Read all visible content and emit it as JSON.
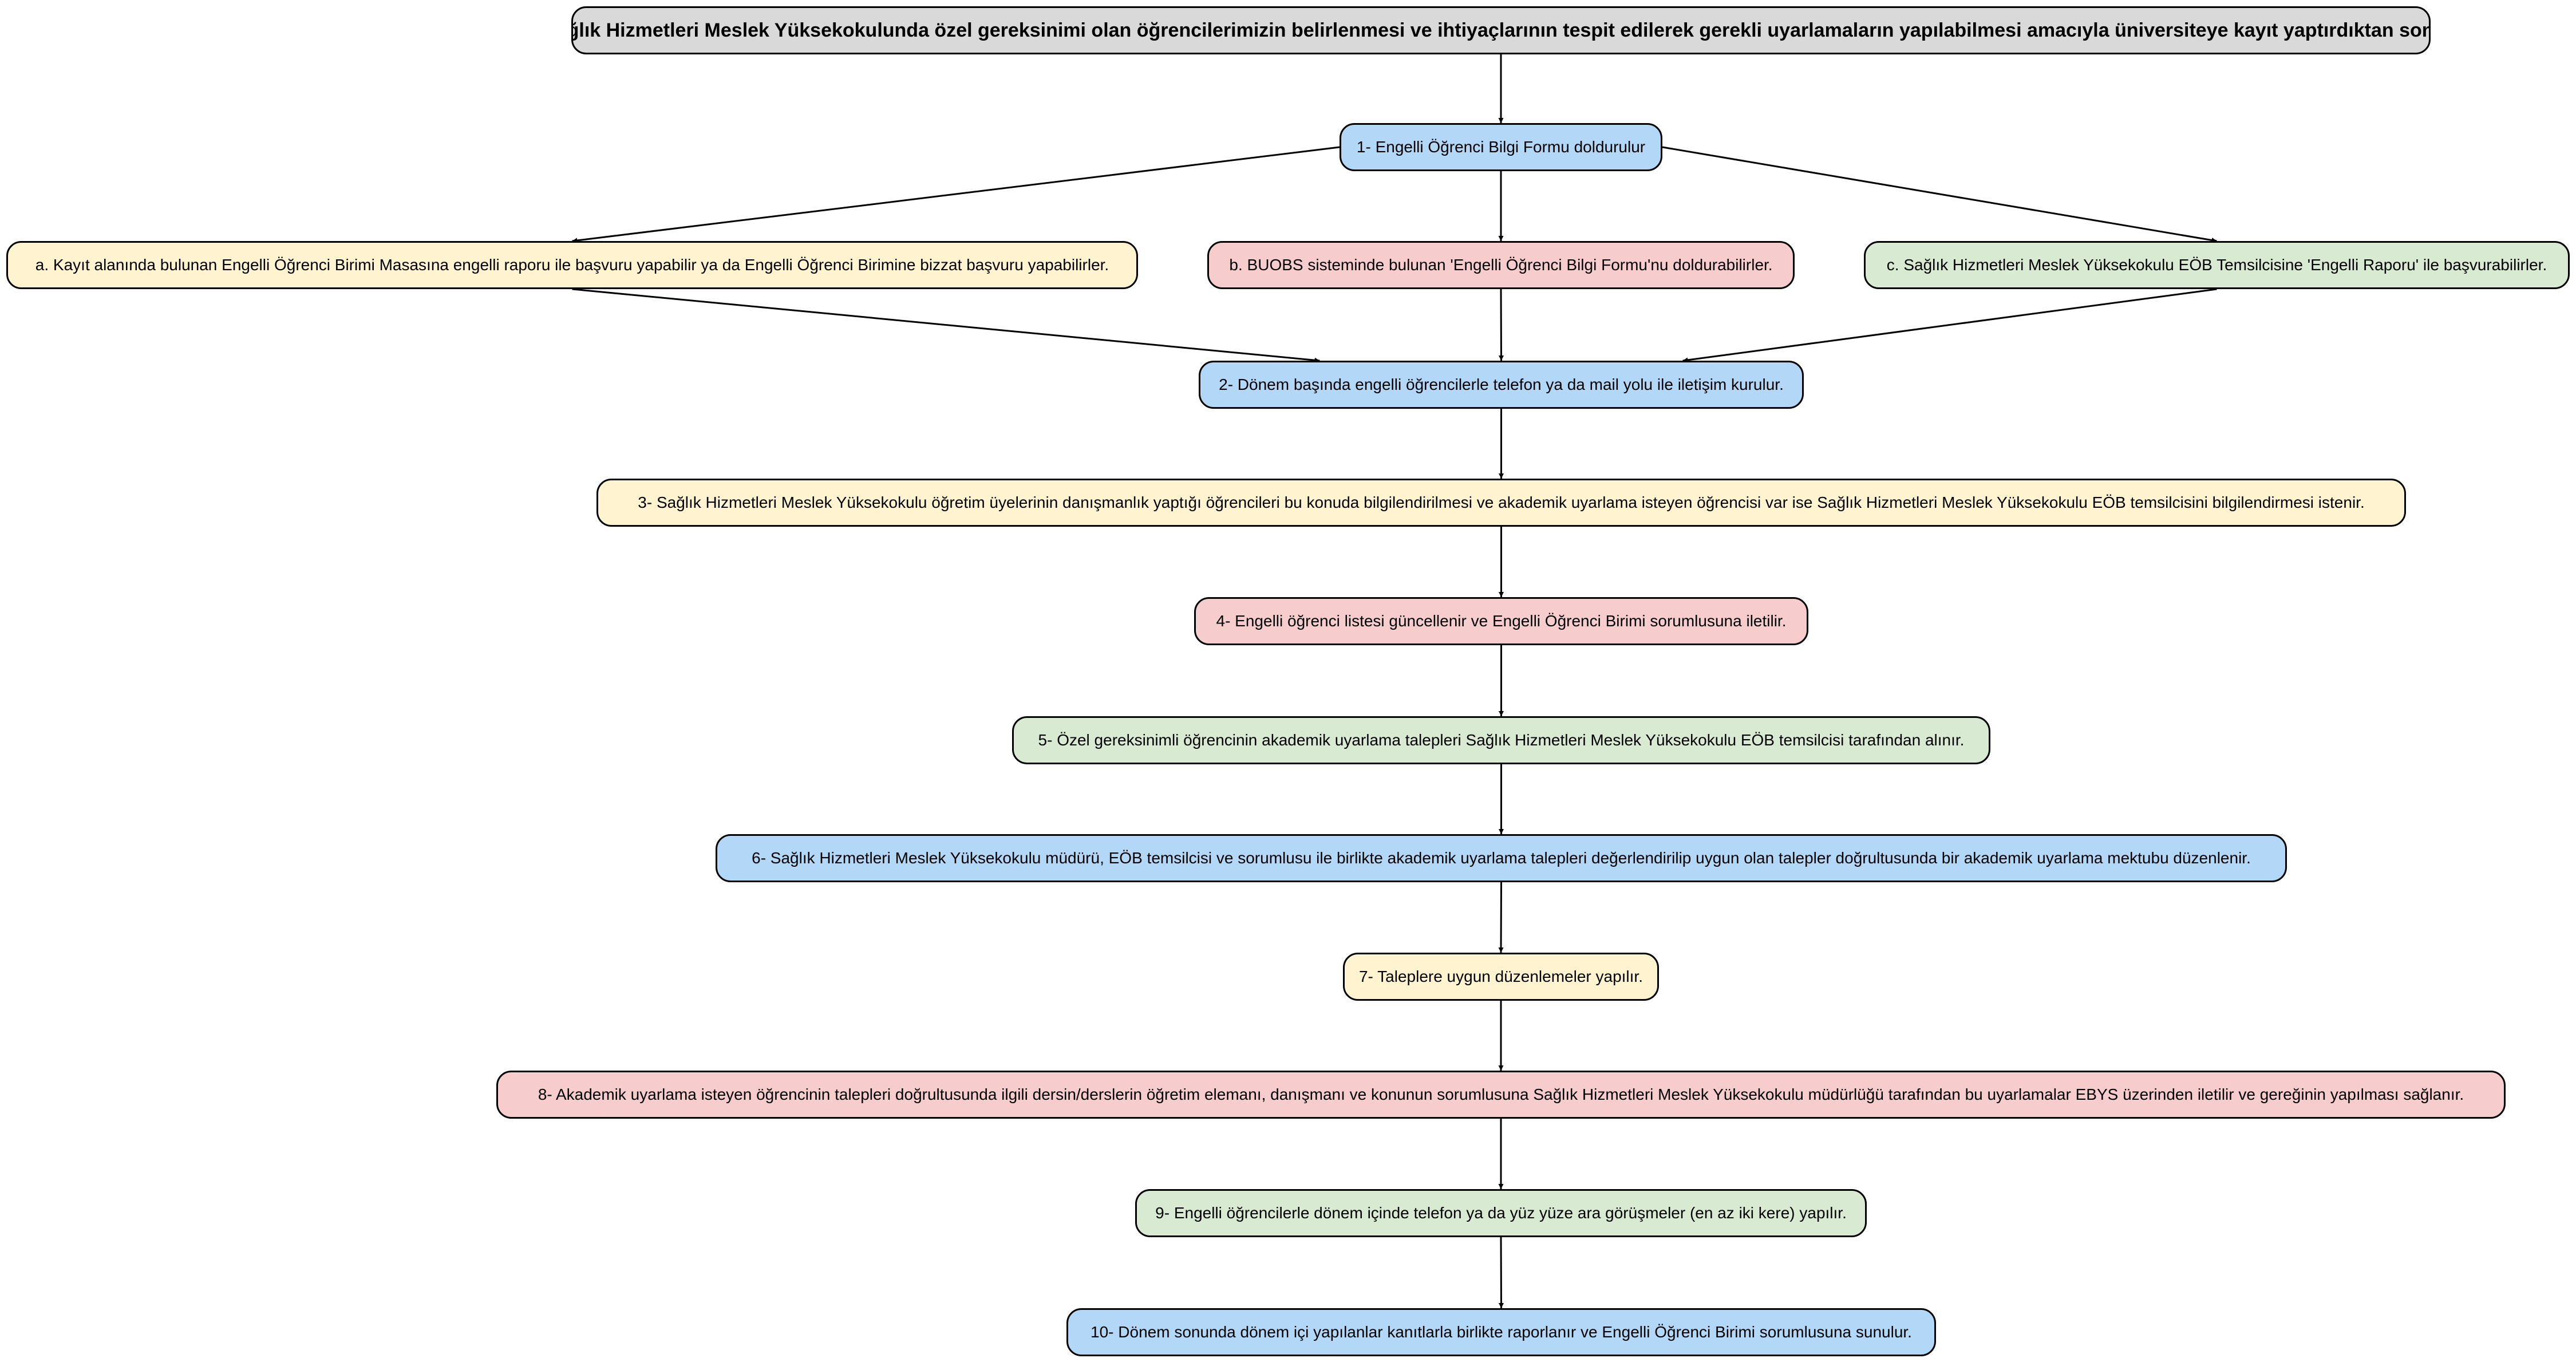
{
  "colors": {
    "gray": "#d9d9d9",
    "blue": "#b3d7f7",
    "yellow": "#fff3d0",
    "red": "#f7cccc",
    "green": "#d9ead3",
    "stroke": "#000000"
  },
  "nodes": {
    "top": {
      "text": "Sağlık Hizmetleri Meslek Yüksekokulunda özel gereksinimi olan öğrencilerimizin belirlenmesi ve ihtiyaçlarının tespit edilerek gerekli uyarlamaların yapılabilmesi amacıyla üniversiteye kayıt yaptırdıktan sonra;",
      "color": "gray"
    },
    "s1": {
      "text": "1- Engelli Öğrenci Bilgi Formu doldurulur",
      "color": "blue"
    },
    "a": {
      "text": "a. Kayıt alanında bulunan Engelli Öğrenci Birimi Masasına engelli raporu ile başvuru yapabilir ya da Engelli Öğrenci Birimine bizzat başvuru yapabilirler.",
      "color": "yellow"
    },
    "b": {
      "text": "b. BUOBS sisteminde bulunan 'Engelli Öğrenci Bilgi Formu'nu doldurabilirler.",
      "color": "red"
    },
    "c": {
      "text": "c. Sağlık Hizmetleri Meslek Yüksekokulu EÖB Temsilcisine 'Engelli Raporu' ile başvurabilirler.",
      "color": "green"
    },
    "s2": {
      "text": "2- Dönem başında engelli öğrencilerle telefon ya da mail yolu ile iletişim kurulur.",
      "color": "blue"
    },
    "s3": {
      "text": "3- Sağlık Hizmetleri Meslek Yüksekokulu öğretim üyelerinin danışmanlık yaptığı öğrencileri bu konuda bilgilendirilmesi ve akademik uyarlama isteyen öğrencisi var ise Sağlık Hizmetleri Meslek Yüksekokulu EÖB temsilcisini bilgilendirmesi istenir.",
      "color": "yellow"
    },
    "s4": {
      "text": "4- Engelli öğrenci listesi güncellenir ve Engelli Öğrenci Birimi sorumlusuna iletilir.",
      "color": "red"
    },
    "s5": {
      "text": "5- Özel gereksinimli öğrencinin akademik uyarlama talepleri Sağlık Hizmetleri Meslek Yüksekokulu EÖB temsilcisi tarafından alınır.",
      "color": "green"
    },
    "s6": {
      "text": "6- Sağlık Hizmetleri Meslek Yüksekokulu müdürü, EÖB temsilcisi ve sorumlusu ile birlikte akademik uyarlama talepleri değerlendirilip uygun olan talepler doğrultusunda bir akademik uyarlama mektubu düzenlenir.",
      "color": "blue"
    },
    "s7": {
      "text": "7- Taleplere uygun düzenlemeler yapılır.",
      "color": "yellow"
    },
    "s8": {
      "text": "8- Akademik uyarlama isteyen öğrencinin talepleri doğrultusunda ilgili dersin/derslerin öğretim elemanı, danışmanı ve konunun sorumlusuna Sağlık Hizmetleri Meslek Yüksekokulu müdürlüğü tarafından bu uyarlamalar EBYS üzerinden iletilir ve gereğinin yapılması sağlanır.",
      "color": "red"
    },
    "s9": {
      "text": "9- Engelli öğrencilerle dönem içinde telefon ya da yüz yüze ara görüşmeler (en az iki kere) yapılır.",
      "color": "green"
    },
    "s10": {
      "text": "10- Dönem sonunda dönem içi yapılanlar kanıtlarla birlikte raporlanır ve Engelli Öğrenci Birimi sorumlusuna sunulur.",
      "color": "blue"
    }
  },
  "edges": [
    [
      "top",
      "s1"
    ],
    [
      "s1",
      "a"
    ],
    [
      "s1",
      "b"
    ],
    [
      "s1",
      "c"
    ],
    [
      "a",
      "s2"
    ],
    [
      "b",
      "s2"
    ],
    [
      "c",
      "s2"
    ],
    [
      "s2",
      "s3"
    ],
    [
      "s3",
      "s4"
    ],
    [
      "s4",
      "s5"
    ],
    [
      "s5",
      "s6"
    ],
    [
      "s6",
      "s7"
    ],
    [
      "s7",
      "s8"
    ],
    [
      "s8",
      "s9"
    ],
    [
      "s9",
      "s10"
    ]
  ]
}
